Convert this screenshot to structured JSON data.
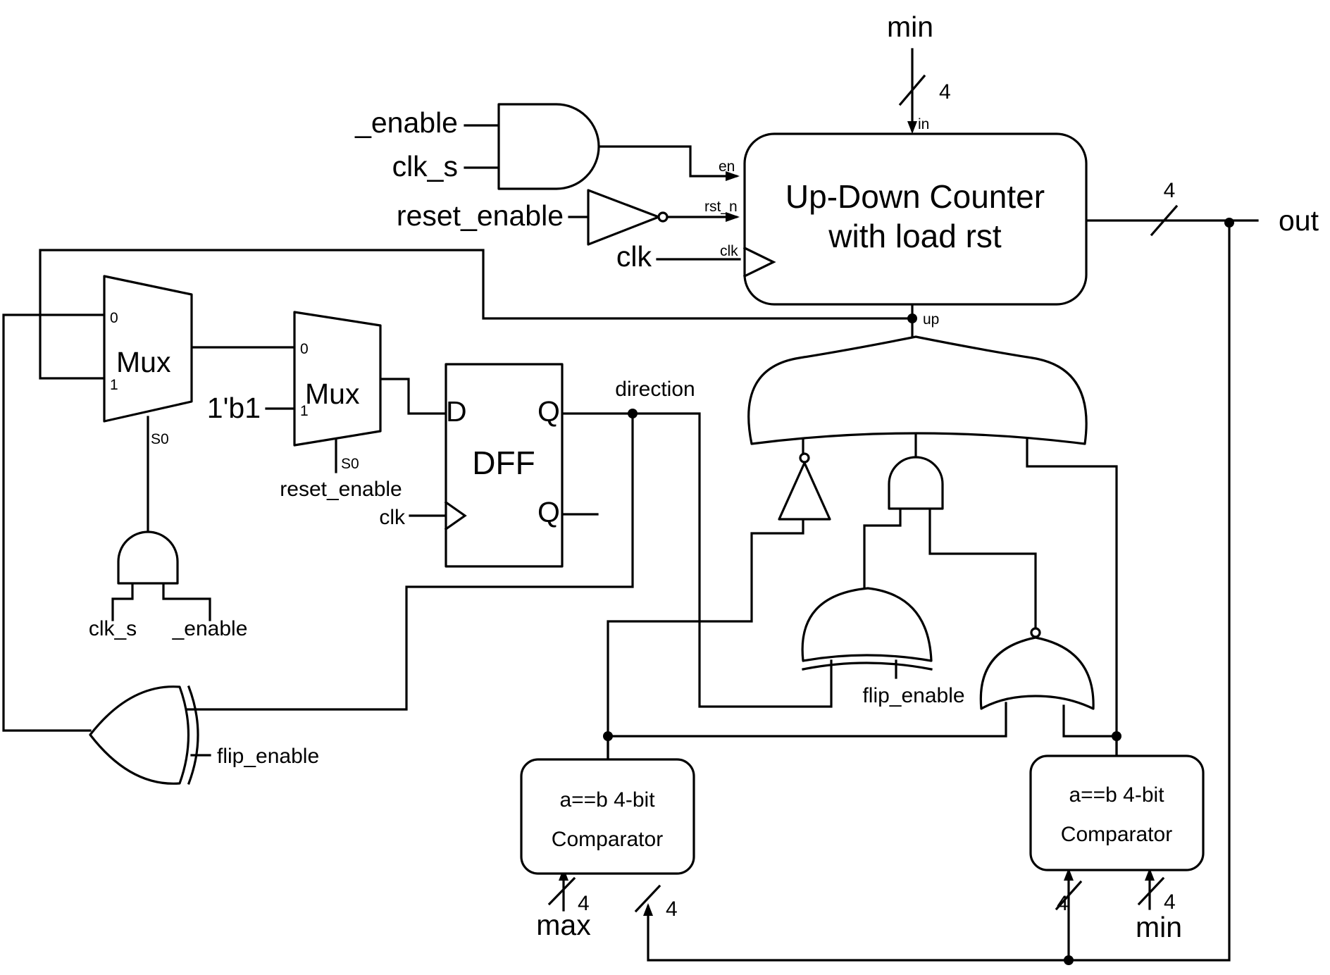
{
  "counter": {
    "line1": "Up-Down Counter",
    "line2": "with load rst",
    "pin_in": "in",
    "pin_en": "en",
    "pin_rst": "rst_n",
    "pin_clk": "clk",
    "pin_up": "up"
  },
  "inputs": {
    "min_top": "min",
    "bus_min": "4",
    "enable": "_enable",
    "clk_s": "clk_s",
    "reset_enable": "reset_enable",
    "clk": "clk"
  },
  "output": {
    "label": "out",
    "bus": "4"
  },
  "mux1": {
    "label": "Mux",
    "pin0": "0",
    "pin1": "1",
    "sel": "S0",
    "and_in_a": "clk_s",
    "and_in_b": "_enable"
  },
  "mux2": {
    "label": "Mux",
    "pin0": "0",
    "pin1": "1",
    "sel": "S0",
    "const": "1'b1",
    "sel_name": "reset_enable",
    "clk": "clk"
  },
  "dff": {
    "label": "DFF",
    "d": "D",
    "q": "Q",
    "qn": "Q",
    "out_name": "direction"
  },
  "xor_gate": {
    "in_label": "flip_enable"
  },
  "logic": {
    "flip_label": "flip_enable"
  },
  "cmp_left": {
    "line1": "a==b  4-bit",
    "line2": "Comparator",
    "in_a_bus": "4",
    "in_a_name": "max",
    "in_b_bus": "4"
  },
  "cmp_right": {
    "line1": "a==b  4-bit",
    "line2": "Comparator",
    "in_a_bus": "4",
    "in_b_bus": "4",
    "in_b_name": "min"
  }
}
